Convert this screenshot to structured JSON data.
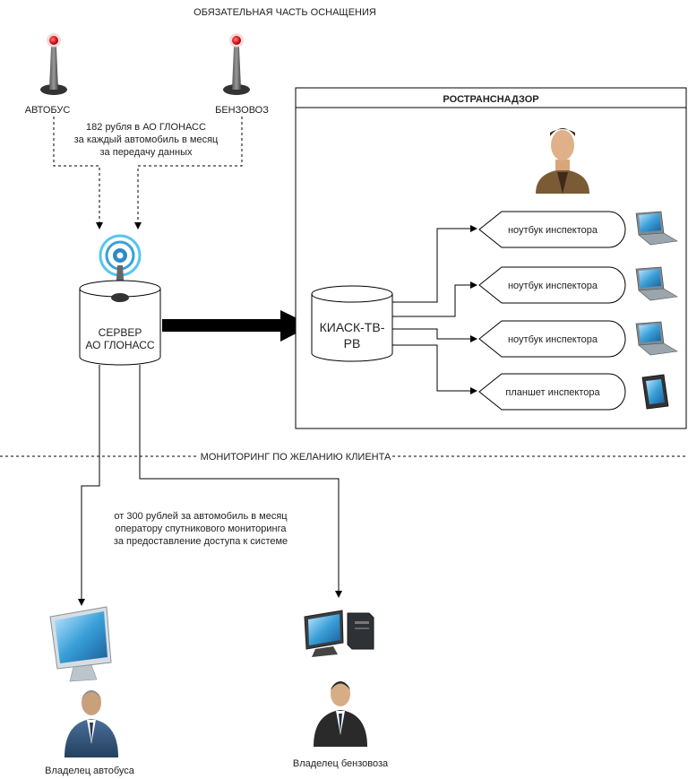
{
  "header": {
    "mandatory_label": "ОБЯЗАТЕЛЬНАЯ ЧАСТЬ ОСНАЩЕНИЯ"
  },
  "antennas": [
    {
      "label": "АВТОБУС"
    },
    {
      "label": "БЕНЗОВОЗ"
    }
  ],
  "glonass_fee": {
    "lines": [
      "182 рубля в АО ГЛОНАСС",
      "за каждый автомобиль в месяц",
      "за передачу данных"
    ]
  },
  "server": {
    "lines": [
      "СЕРВЕР",
      "АО ГЛОНАСС"
    ]
  },
  "agency": {
    "title": "РОСТРАНСНАДЗОР",
    "db_lines": [
      "КИАСК-ТВ-",
      "РВ"
    ],
    "devices": [
      {
        "label": "ноутбук инспектора",
        "icon": "laptop-icon"
      },
      {
        "label": "ноутбук инспектора",
        "icon": "laptop-icon"
      },
      {
        "label": "ноутбук инспектора",
        "icon": "laptop-icon"
      },
      {
        "label": "планшет инспектора",
        "icon": "tablet-icon"
      }
    ]
  },
  "monitoring": {
    "label": "МОНИТОРИНГ ПО ЖЕЛАНИЮ КЛИЕНТА",
    "fee_lines": [
      "от 300 рублей за автомобиль в месяц",
      "оператору спутникового мониторинга",
      "за предоставление доступа к системе"
    ]
  },
  "owners": [
    {
      "label": "Владелец автобуса",
      "icon": "monitor-icon"
    },
    {
      "label": "Владелец бензовоза",
      "icon": "desktop-computer-icon"
    }
  ],
  "colors": {
    "line": "#000000",
    "led": "#e31e24",
    "screen": "#3aa0d8",
    "suit": "#2c4a6e"
  }
}
